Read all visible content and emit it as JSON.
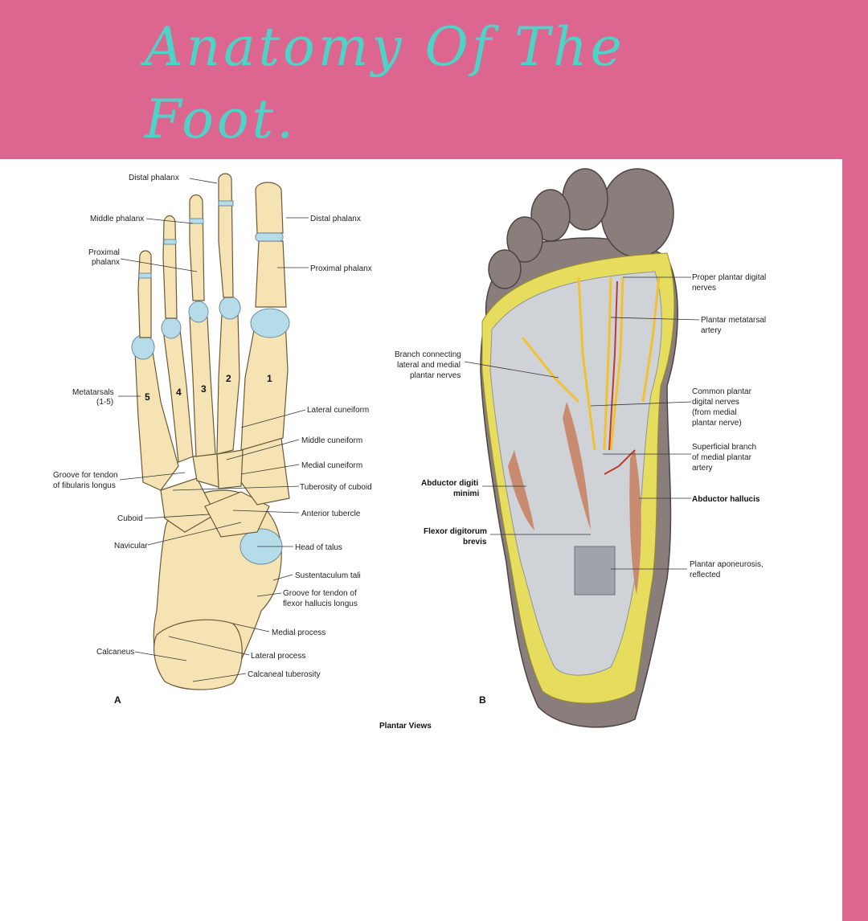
{
  "header": {
    "title_line1": "Anatomy Of The",
    "title_line2": "Foot."
  },
  "figure_a": {
    "panel_letter": "A",
    "labels": {
      "distal_phalanx_top": "Distal phalanx",
      "middle_phalanx": "Middle phalanx",
      "proximal_phalanx_left_1": "Proximal",
      "proximal_phalanx_left_2": "phalanx",
      "distal_phalanx_right": "Distal phalanx",
      "proximal_phalanx_right": "Proximal phalanx",
      "metatarsals_1": "Metatarsals",
      "metatarsals_2": "(1-5)",
      "lateral_cuneiform": "Lateral cuneiform",
      "middle_cuneiform": "Middle cuneiform",
      "medial_cuneiform": "Medial cuneiform",
      "groove_fibularis_1": "Groove for tendon",
      "groove_fibularis_2": "of fibularis longus",
      "tuberosity_cuboid": "Tuberosity of cuboid",
      "cuboid": "Cuboid",
      "anterior_tubercle": "Anterior tubercle",
      "navicular": "Navicular",
      "head_of_talus": "Head of talus",
      "sustentaculum_tali": "Sustentaculum tali",
      "groove_fhl_1": "Groove for tendon of",
      "groove_fhl_2": "flexor hallucis longus",
      "medial_process": "Medial process",
      "calcaneus": "Calcaneus",
      "lateral_process": "Lateral process",
      "calcaneal_tuberosity": "Calcaneal tuberosity"
    },
    "metatarsal_numbers": [
      "1",
      "2",
      "3",
      "4",
      "5"
    ]
  },
  "figure_b": {
    "panel_letter": "B",
    "labels": {
      "proper_plantar_1": "Proper plantar digital",
      "proper_plantar_2": "nerves",
      "plantar_metatarsal_1": "Plantar metatarsal",
      "plantar_metatarsal_2": "artery",
      "branch_connecting_1": "Branch connecting",
      "branch_connecting_2": "lateral and medial",
      "branch_connecting_3": "plantar nerves",
      "common_plantar_1": "Common plantar",
      "common_plantar_2": "digital nerves",
      "common_plantar_3": "(from medial",
      "common_plantar_4": "plantar nerve)",
      "superficial_branch_1": "Superficial branch",
      "superficial_branch_2": "of medial plantar",
      "superficial_branch_3": "artery",
      "abductor_digiti_1": "Abductor digiti",
      "abductor_digiti_2": "minimi",
      "abductor_hallucis": "Abductor hallucis",
      "flexor_digitorum_1": "Flexor digitorum",
      "flexor_digitorum_2": "brevis",
      "plantar_aponeurosis_1": "Plantar aponeurosis,",
      "plantar_aponeurosis_2": "reflected"
    }
  },
  "caption": "Plantar Views",
  "colors": {
    "background_pink": "#dd6690",
    "title_teal": "#4dd4c8",
    "bone": "#f5e3b3",
    "cartilage": "#b5dce8",
    "skin": "#8a7e7c",
    "fat": "#e6dc5e",
    "nerve": "#f2c12e",
    "artery": "#c0392b"
  }
}
